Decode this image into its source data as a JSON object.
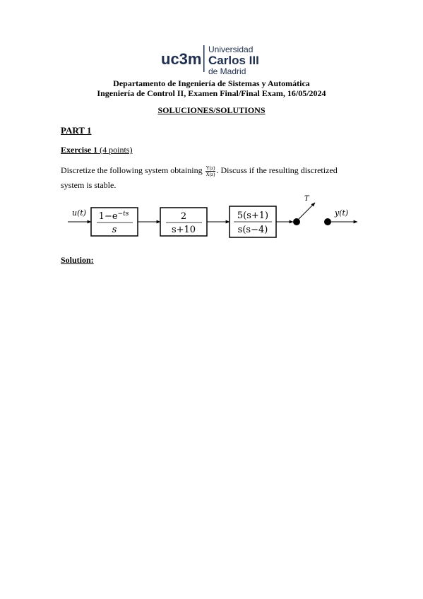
{
  "logo": {
    "short": "uc3m",
    "line1": "Universidad",
    "line2": "Carlos III",
    "line3": "de Madrid"
  },
  "header": {
    "department": "Departamento de Ingeniería de Sistemas y Automática",
    "course": "Ingeniería de Control II, Examen Final/Final Exam, 16/05/2024"
  },
  "title": "SOLUCIONES/SOLUTIONS",
  "part": "PART 1",
  "exercise": {
    "name": "Exercise 1",
    "points": "(4 points)"
  },
  "statement": {
    "before": "Discretize the following system obtaining ",
    "frac_num": "Y(z)",
    "frac_den": "X(z)",
    "after": ". Discuss if the resulting discretized system is stable."
  },
  "diagram": {
    "input_label": "u(t)",
    "output_label": "y(t)",
    "sampler_label": "T",
    "block1_num": "1−e",
    "block1_exp": "−ts",
    "block1_den": "s",
    "block2_num": "2",
    "block2_den": "s+10",
    "block3_num": "5(s+1)",
    "block3_den": "s(s−4)"
  },
  "solution_label": "Solution:"
}
